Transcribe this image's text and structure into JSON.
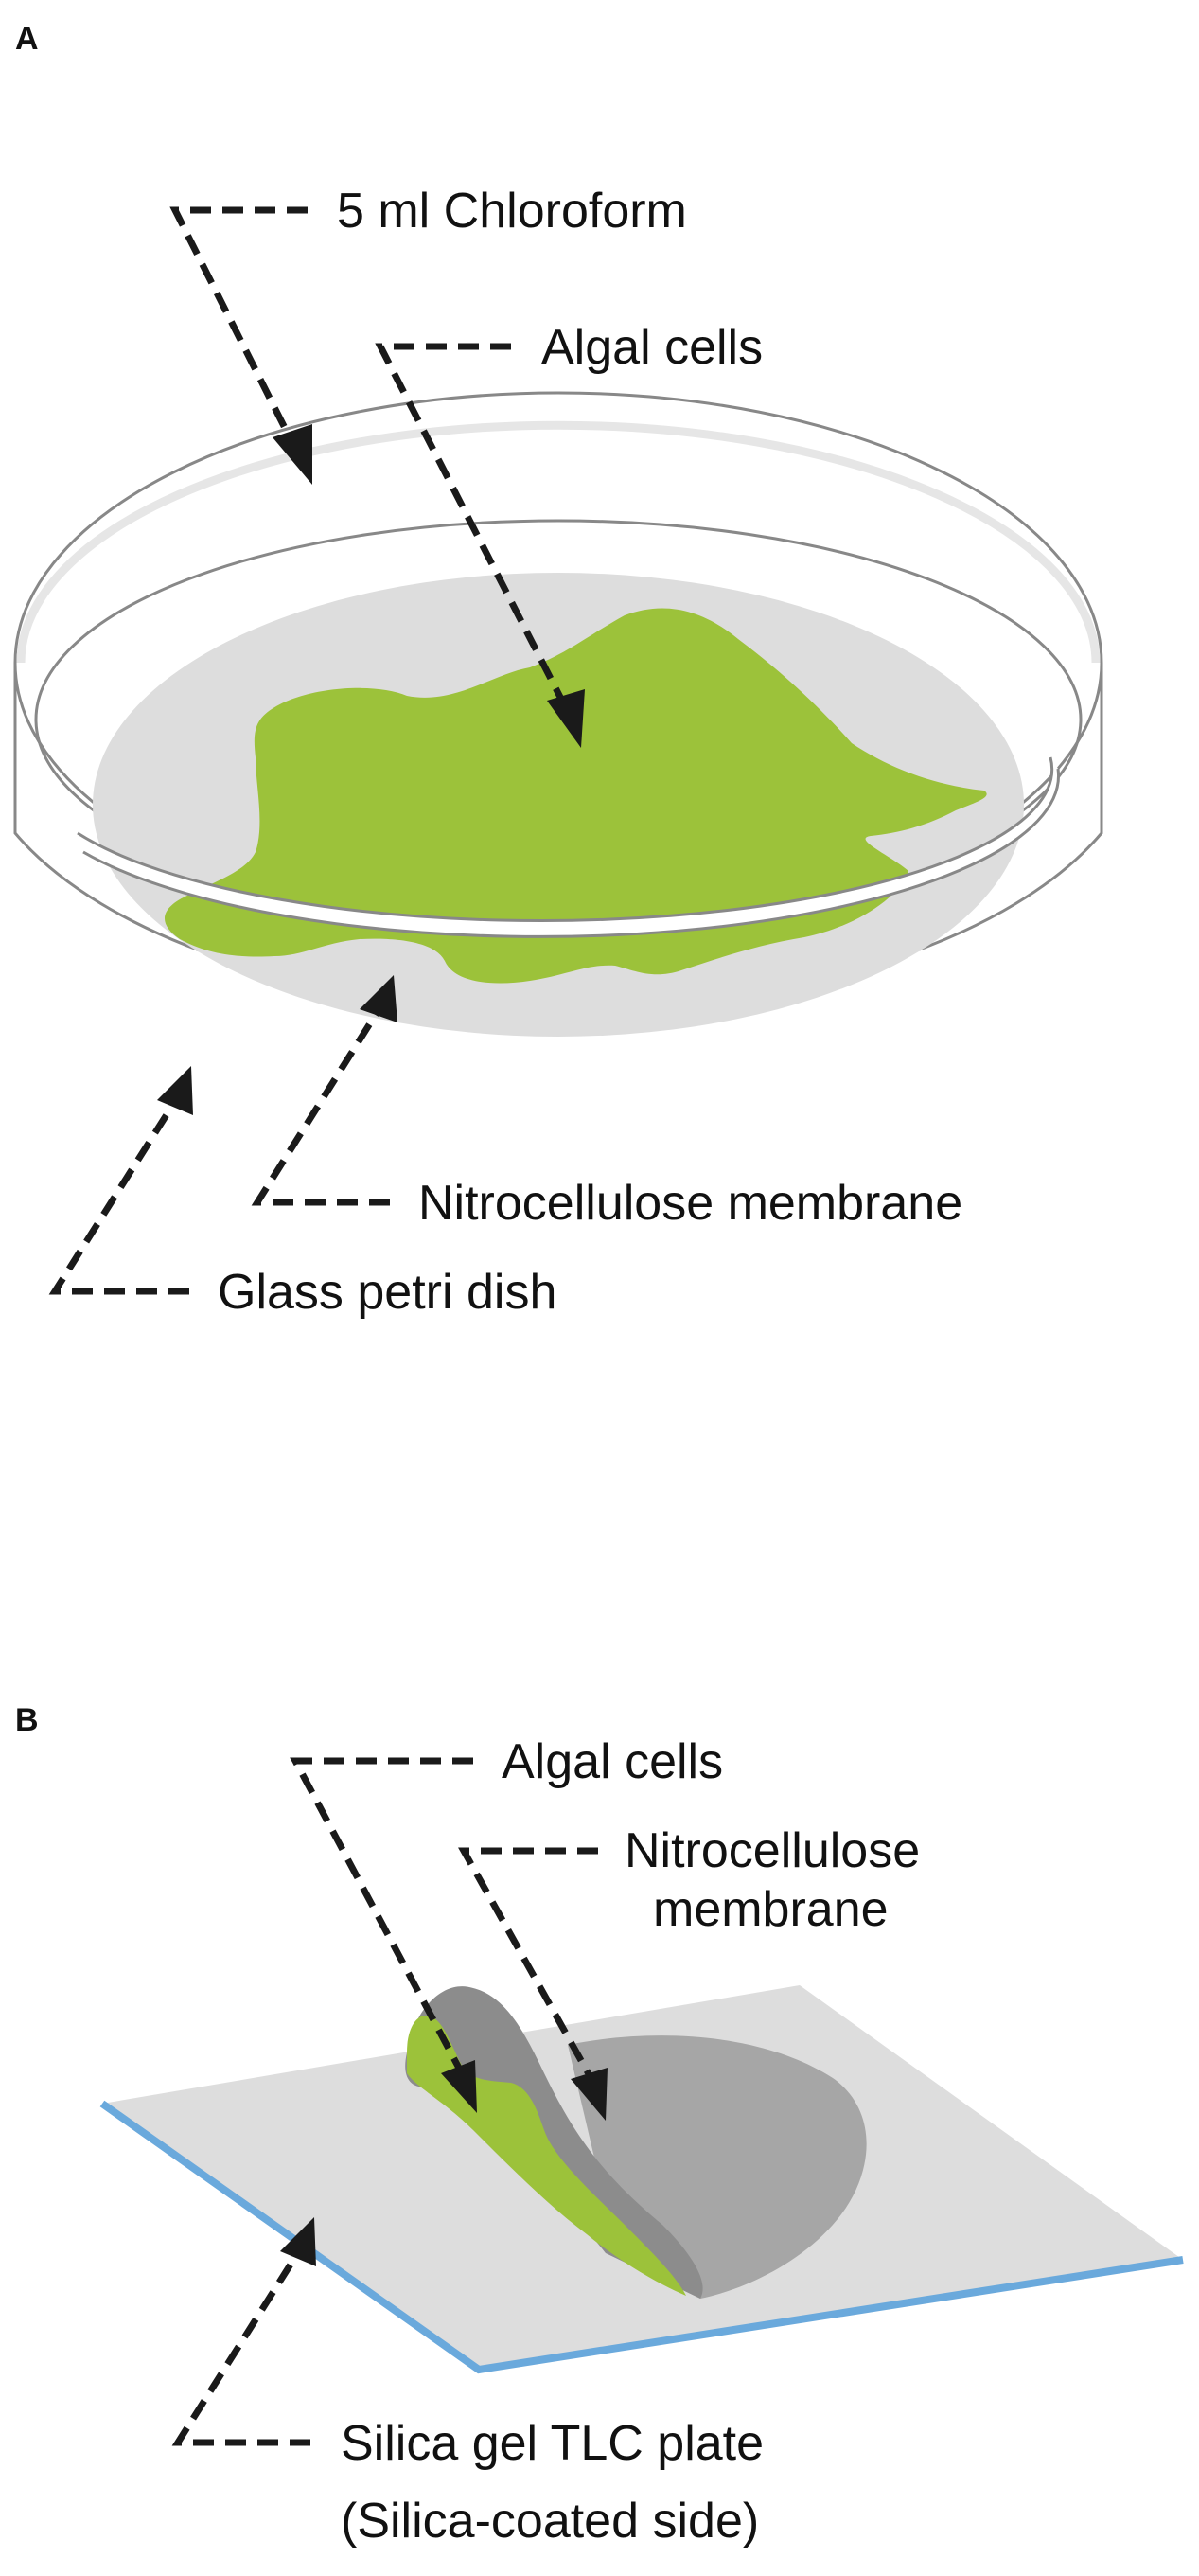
{
  "panels": {
    "a": {
      "letter": "A",
      "labels": {
        "chloroform": "5 ml Chloroform",
        "algal_cells": "Algal cells",
        "membrane": "Nitrocellulose membrane",
        "dish": "Glass petri dish"
      }
    },
    "b": {
      "letter": "B",
      "labels": {
        "algal_cells": "Algal cells",
        "membrane_line1": "Nitrocellulose",
        "membrane_line2": "membrane",
        "plate_line1": "Silica gel TLC plate",
        "plate_line2": "(Silica-coated side)"
      }
    }
  },
  "colors": {
    "algae_green": "#9cc23a",
    "membrane_light_grey": "#dddddd",
    "membrane_dark_grey": "#8c8c8c",
    "membrane_mid_grey": "#a6a6a6",
    "plate_grey": "#dddddd",
    "plate_edge_blue": "#6aa9dc",
    "glass_outline": "#888888",
    "arrow_black": "#1a1a1a"
  }
}
